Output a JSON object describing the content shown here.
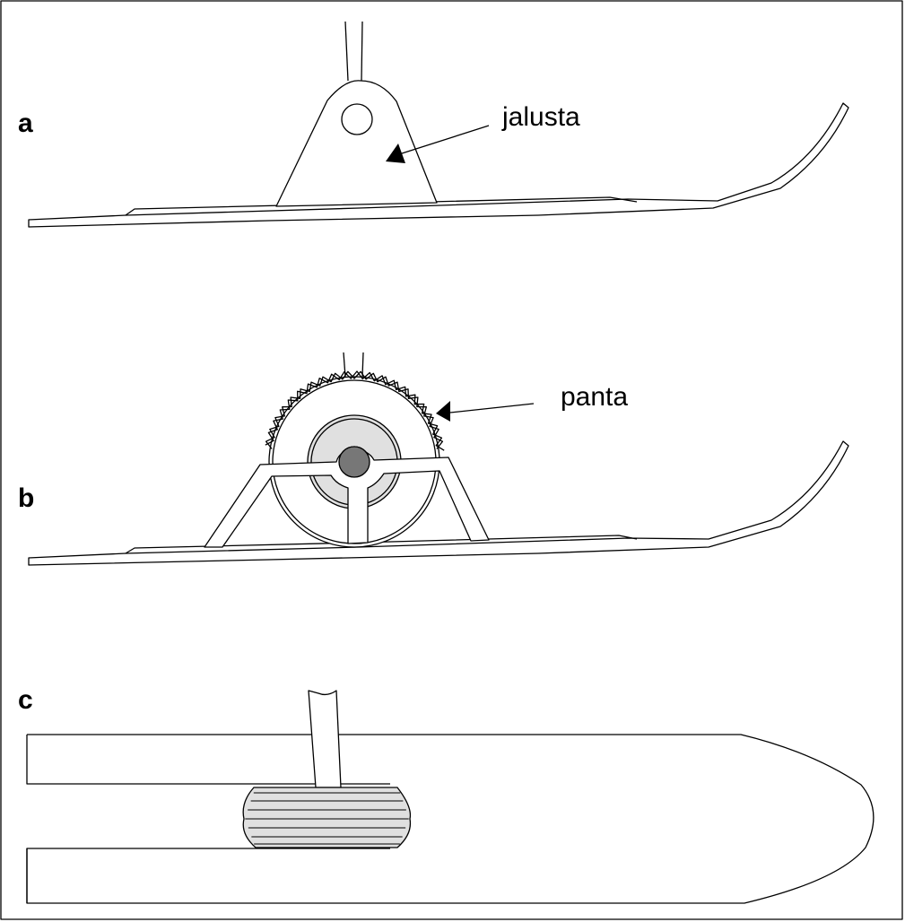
{
  "figure": {
    "panels": [
      {
        "id": "a",
        "label": "a",
        "callout": "jalusta",
        "part": "stand"
      },
      {
        "id": "b",
        "label": "b",
        "callout": "panta",
        "part": "spool"
      },
      {
        "id": "c",
        "label": "c",
        "callout": null,
        "part": "top-view"
      }
    ]
  },
  "colors": {
    "line": "#000000",
    "background": "#ffffff",
    "spool_fill": "#e0e0e0",
    "axle_fill": "#777777"
  }
}
